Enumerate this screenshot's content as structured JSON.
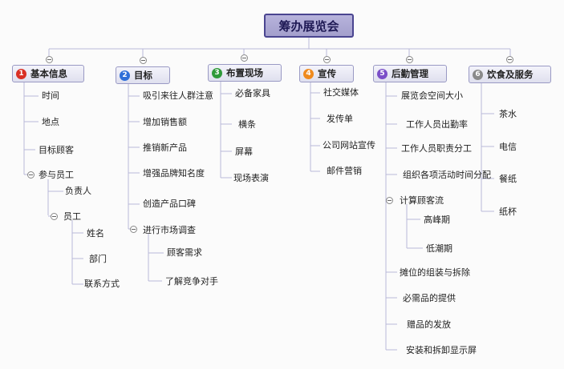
{
  "root": {
    "label": "筹办展览会"
  },
  "colors": {
    "badge1": "#d93025",
    "badge2": "#2f6fd8",
    "badge3": "#2f9a3a",
    "badge4": "#ef8a1e",
    "badge5": "#7b4fc8",
    "badge6": "#8a8a8a",
    "line": "#b8b8d8"
  },
  "branches": [
    {
      "number": "1",
      "label": "基本信息",
      "items": [
        {
          "label": "时间"
        },
        {
          "label": "地点"
        },
        {
          "label": "目标顾客"
        },
        {
          "label": "参与员工",
          "children": [
            {
              "label": "负责人"
            },
            {
              "label": "员工",
              "children": [
                {
                  "label": "姓名"
                },
                {
                  "label": "部门"
                },
                {
                  "label": "联系方式"
                }
              ]
            }
          ]
        }
      ]
    },
    {
      "number": "2",
      "label": "目标",
      "items": [
        {
          "label": "吸引来往人群注意"
        },
        {
          "label": "增加销售额"
        },
        {
          "label": "推销新产品"
        },
        {
          "label": "增强品牌知名度"
        },
        {
          "label": "创造产品口碑"
        },
        {
          "label": "进行市场调查",
          "children": [
            {
              "label": "顾客需求"
            },
            {
              "label": "了解竞争对手"
            }
          ]
        }
      ]
    },
    {
      "number": "3",
      "label": "布置现场",
      "items": [
        {
          "label": "必备家具"
        },
        {
          "label": "横条"
        },
        {
          "label": "屏幕"
        },
        {
          "label": "现场表演"
        }
      ]
    },
    {
      "number": "4",
      "label": "宣传",
      "items": [
        {
          "label": "社交媒体"
        },
        {
          "label": "发传单"
        },
        {
          "label": "公司网站宣传"
        },
        {
          "label": "邮件营销"
        }
      ]
    },
    {
      "number": "5",
      "label": "后勤管理",
      "items": [
        {
          "label": "展览会空间大小"
        },
        {
          "label": "工作人员出勤率"
        },
        {
          "label": "工作人员职责分工"
        },
        {
          "label": "组织各项活动时间分配"
        },
        {
          "label": "计算顾客流",
          "children": [
            {
              "label": "高峰期"
            },
            {
              "label": "低潮期"
            }
          ]
        },
        {
          "label": "摊位的组装与拆除"
        },
        {
          "label": "必需品的提供"
        },
        {
          "label": "赠品的发放"
        },
        {
          "label": "安装和拆卸显示屏"
        }
      ]
    },
    {
      "number": "6",
      "label": "饮食及服务",
      "items": [
        {
          "label": "茶水"
        },
        {
          "label": "电信"
        },
        {
          "label": "餐纸"
        },
        {
          "label": "纸杯"
        }
      ]
    }
  ]
}
